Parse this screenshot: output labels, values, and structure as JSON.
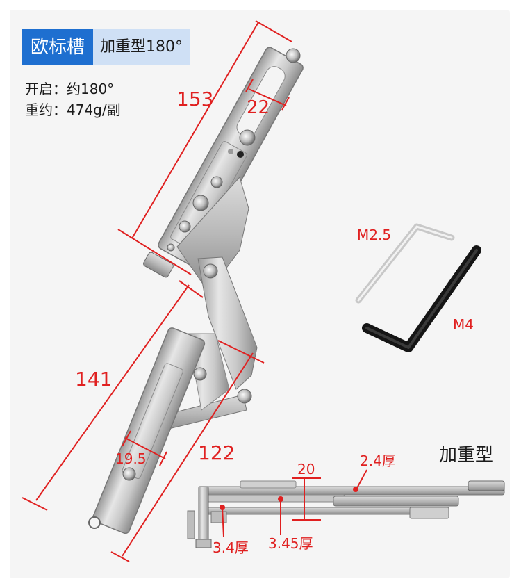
{
  "title": {
    "main": "欧标槽",
    "sub": "加重型180°"
  },
  "specs": {
    "opening": "开启：约180°",
    "weight": "重约：474g/副"
  },
  "dimensions": {
    "upper_length": "153",
    "slot_width": "22",
    "lower_length": "141",
    "arm_length": "122",
    "pivot_offset": "19.5"
  },
  "wrenches": {
    "small": "M2.5",
    "large": "M4"
  },
  "heavy_section": {
    "label": "加重型",
    "gap": "20",
    "top_thickness": "2.4厚",
    "bottom_thickness": "3.4厚",
    "middle_thickness": "3.45厚"
  },
  "colors": {
    "accent": "#1e6fd0",
    "accent_light": "#cfe0f5",
    "dimension": "#e02020"
  }
}
